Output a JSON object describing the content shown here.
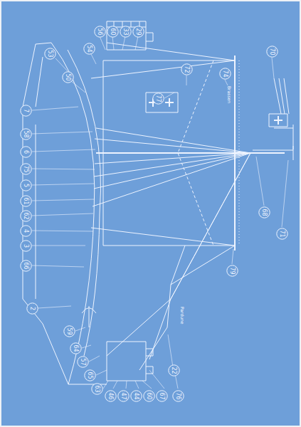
{
  "diagram": {
    "nodes": [
      {
        "text": [
          "53"
        ]
      },
      {
        "text": [
          "50"
        ]
      },
      {
        "text": [
          "54"
        ]
      },
      {
        "text": [
          "56"
        ]
      },
      {
        "text": [
          "60"
        ]
      },
      {
        "text": [
          "33"
        ]
      },
      {
        "text": [
          "29"
        ]
      },
      {
        "text": [
          "77"
        ]
      },
      {
        "text": [
          "72"
        ]
      },
      {
        "text": [
          "74"
        ]
      },
      {
        "text": [
          "70"
        ]
      },
      {
        "text": [
          "7"
        ]
      },
      {
        "text": [
          "58"
        ]
      },
      {
        "text": [
          "6"
        ]
      },
      {
        "text": [
          "75"
        ]
      },
      {
        "text": [
          "5"
        ]
      },
      {
        "text": [
          "61"
        ]
      },
      {
        "text": [
          "62"
        ]
      },
      {
        "text": [
          "4"
        ]
      },
      {
        "text": [
          "3"
        ]
      },
      {
        "text": [
          "66"
        ]
      },
      {
        "text": [
          "2"
        ]
      },
      {
        "text": [
          "59"
        ]
      },
      {
        "text": [
          "64"
        ]
      },
      {
        "text": [
          "57"
        ]
      },
      {
        "text": [
          "65"
        ]
      },
      {
        "text": [
          "63"
        ]
      },
      {
        "text": [
          "46"
        ]
      },
      {
        "text": [
          "47"
        ]
      },
      {
        "text": [
          "44"
        ]
      },
      {
        "text": [
          "60"
        ]
      },
      {
        "text": [
          "67"
        ]
      },
      {
        "text": [
          "22"
        ]
      },
      {
        "text": [
          "76"
        ]
      },
      {
        "text": [
          "71"
        ]
      },
      {
        "text": [
          "68"
        ]
      },
      {
        "text": [
          "79"
        ]
      }
    ],
    "edges": [],
    "labels": [
      "Brassen",
      "Pardune"
    ]
  }
}
